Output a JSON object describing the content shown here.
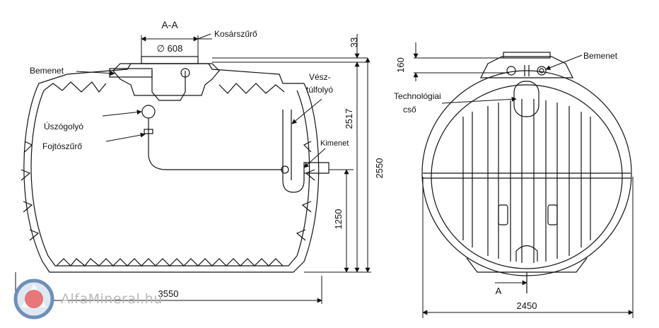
{
  "labels": {
    "section": "A-A",
    "diameter": "∅ 608",
    "kosarszuro": "Kosárszűrő",
    "bemenet_left": "Bemenet",
    "uszogolyo": "Úszógolyó",
    "fojtoszuro": "Fojtószűrő",
    "vesz_1": "Vész-",
    "vesz_2": "túlfolyó",
    "kimenet": "Kimenet",
    "bemenet_right": "Bemenet",
    "tech_1": "Technológiai",
    "tech_2": "cső",
    "section_marker": "A"
  },
  "dimensions": {
    "d33": "33",
    "d2517": "2517",
    "d2550": "2550",
    "d1250": "1250",
    "d3550": "3550",
    "d160": "160",
    "d2450": "2450"
  },
  "logo": {
    "text": "AlfaMineral.hu",
    "colors": {
      "ring": "#6f8fb8",
      "accent": "#e24c4c"
    }
  }
}
